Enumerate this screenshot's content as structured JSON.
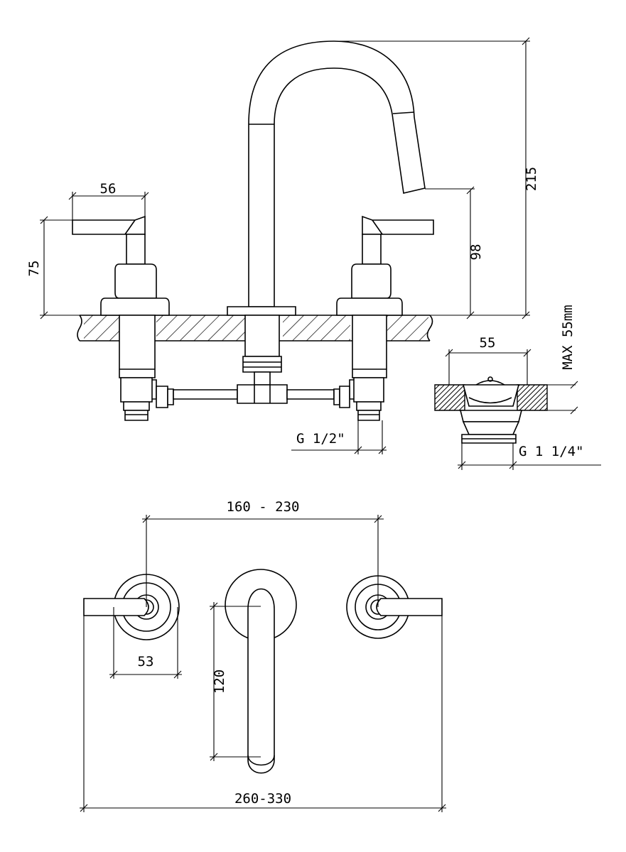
{
  "dimensions": {
    "handle_width": "56",
    "handle_height": "75",
    "spout_height": "215",
    "spout_outlet_height": "98",
    "thread_inlet": "G 1/2\"",
    "waste_width": "55",
    "max_thickness": "MAX 55mm",
    "thread_waste": "G 1 1/4\"",
    "handle_spacing": "160 - 230",
    "rosette_diameter": "53",
    "spout_projection": "120",
    "overall_width": "260-330"
  }
}
